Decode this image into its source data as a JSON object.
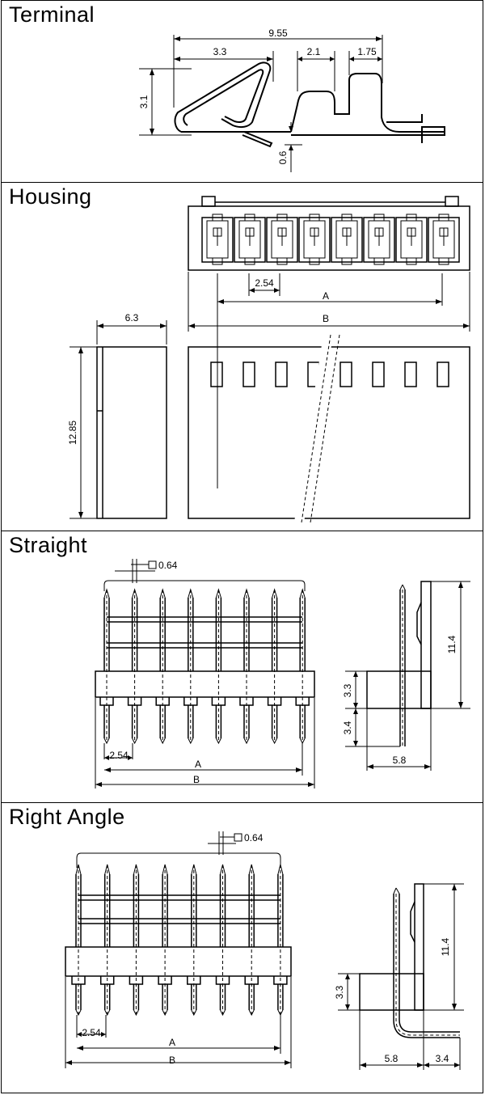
{
  "sections": {
    "terminal": {
      "title": "Terminal",
      "dims": {
        "total_length": "9.55",
        "loop_length": "3.3",
        "mid_gap": "2.1",
        "end_width": "1.75",
        "height": "3.1",
        "offset": "0.6"
      }
    },
    "housing": {
      "title": "Housing",
      "dims": {
        "pitch": "2.54",
        "a": "A",
        "b": "B",
        "depth": "6.3",
        "height": "12.85"
      },
      "contact_count": 8
    },
    "straight": {
      "title": "Straight",
      "dims": {
        "pin_size": "0.64",
        "pitch": "2.54",
        "a": "A",
        "b": "B",
        "pin_height": "11.4",
        "base_height": "3.3",
        "tail_length": "3.4",
        "base_depth": "5.8"
      },
      "pin_count": 8
    },
    "right_angle": {
      "title": "Right Angle",
      "dims": {
        "pin_size": "0.64",
        "pitch": "2.54",
        "a": "A",
        "b": "B",
        "pin_height": "11.4",
        "base_height": "3.3",
        "base_depth": "5.8",
        "tail_length": "3.4"
      },
      "pin_count": 8
    }
  }
}
